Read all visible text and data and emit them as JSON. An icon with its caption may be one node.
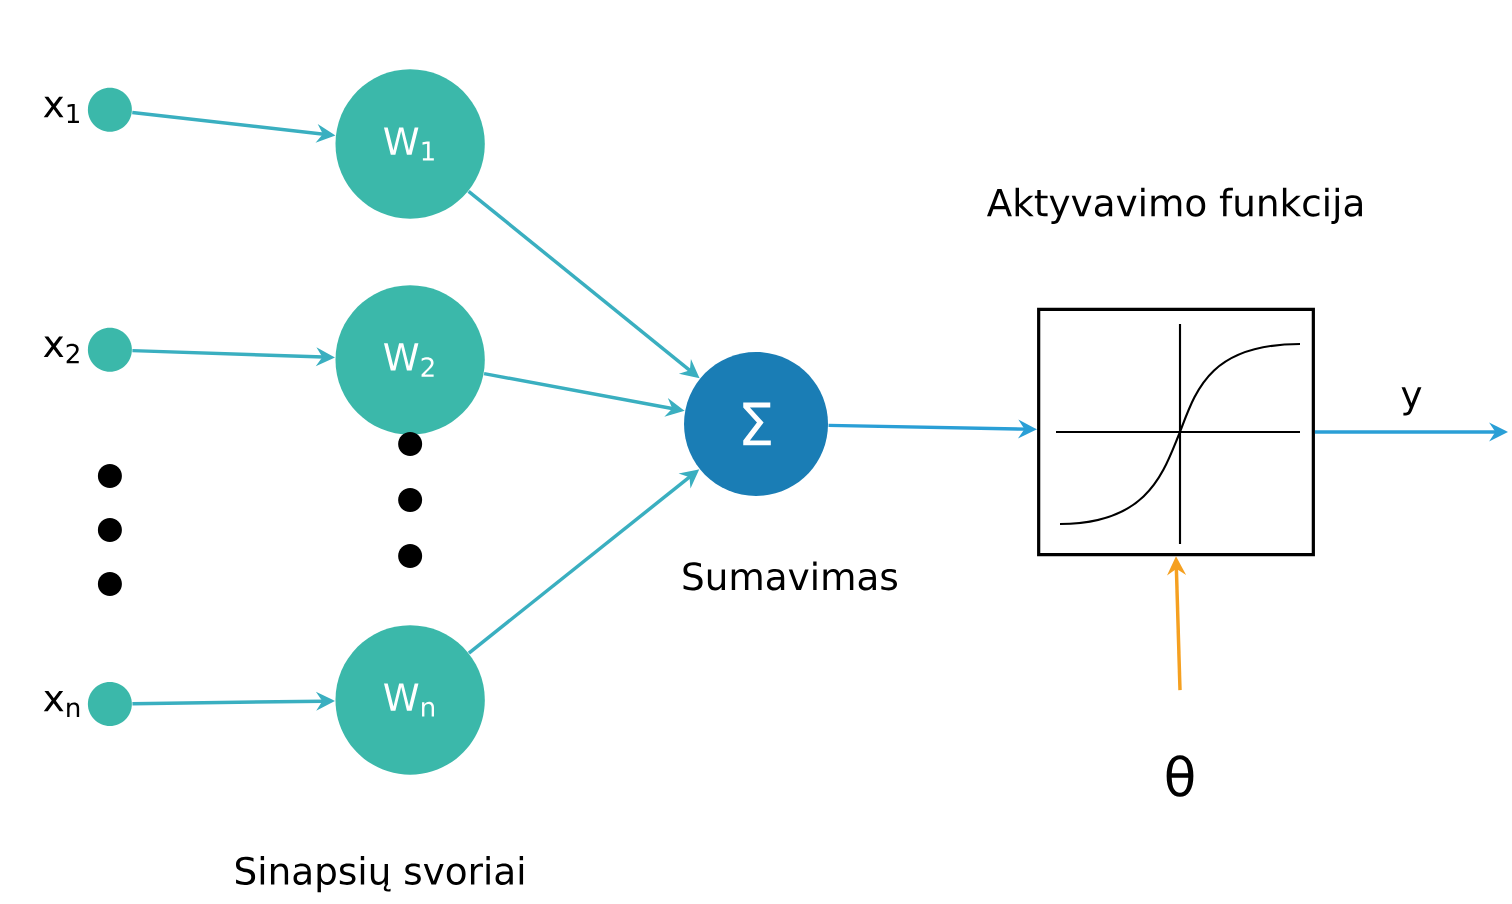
{
  "diagram": {
    "nodes": [
      {
        "text": [],
        "shape": "circle",
        "beside": [
          "x$_{1}$"
        ]
      },
      {
        "text": [],
        "shape": "circle",
        "beside": [
          "x$_{2}$"
        ]
      },
      {
        "text": [],
        "shape": "circle",
        "beside": [
          "x$_{n}$"
        ]
      },
      {
        "text": [
          "W$_{1}$"
        ]
      },
      {
        "text": [
          "W$_{2}$"
        ]
      },
      {
        "text": [
          "W$_{n}$"
        ]
      },
      {
        "text": [
          "Σ"
        ],
        "beside": [
          "Sumavimas"
        ]
      },
      {
        "text": [
          "Aktyvavimo funkcija"
        ]
      },
      {
        "text": [
          "θ"
        ]
      }
    ],
    "edges": [
      {
        "from": 0,
        "to": 3,
        "arrow": "to"
      },
      {
        "from": 1,
        "to": 4,
        "arrow": "to"
      },
      {
        "from": 2,
        "to": 5,
        "arrow": "to"
      },
      {
        "from": 3,
        "to": 6,
        "arrow": "to"
      },
      {
        "from": 4,
        "to": 6,
        "arrow": "to"
      },
      {
        "from": 5,
        "to": 6,
        "arrow": "to"
      },
      {
        "from": 6,
        "to": 7,
        "arrow": "to",
        "color": "#2a9fd6"
      },
      {
        "from": 8,
        "to": 7,
        "arrow": "to",
        "color": "#f5a020"
      },
      {
        "from": 7,
        "to": null,
        "arrow": "to",
        "label": "y",
        "color": "#2a9fd6"
      }
    ],
    "labels": [
      "Sinapsių svoriai"
    ]
  }
}
